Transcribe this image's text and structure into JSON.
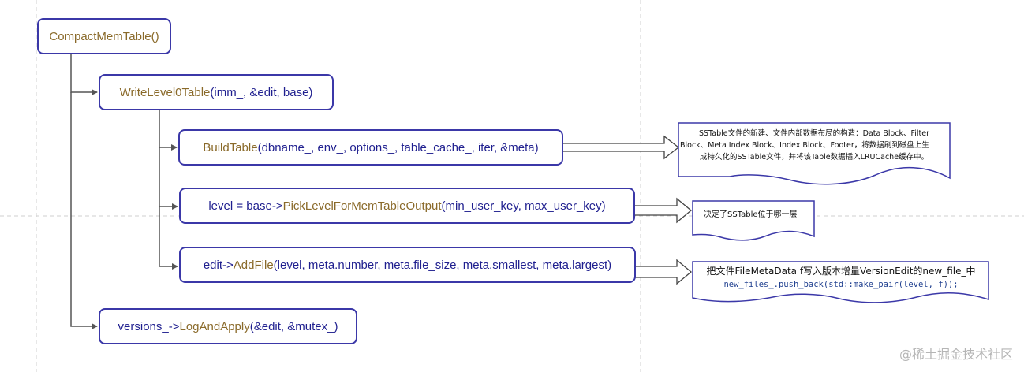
{
  "nodes": {
    "compact": {
      "text": "CompactMemTable()"
    },
    "write_level0": {
      "fn": "WriteLevel0Table",
      "args": "(imm_, &edit, base)"
    },
    "build_table": {
      "fn": "BuildTable",
      "args": "(dbname_, env_, options_, table_cache_, iter, &meta)"
    },
    "pick_level": {
      "prefix": "level = base->",
      "fn": "PickLevelForMemTableOutput",
      "args": "(min_user_key, max_user_key)"
    },
    "add_file": {
      "prefix": "edit->",
      "fn": "AddFile",
      "args": "(level, meta.number, meta.file_size, meta.smallest, meta.largest)"
    },
    "log_apply": {
      "prefix": "versions_->",
      "fn": "LogAndApply",
      "args": "(&edit, &mutex_)"
    }
  },
  "notes": {
    "build_table": {
      "line1": "SSTable文件的新建、文件内部数据布局的构造：Data Block、Filter",
      "line2": "Block、Meta Index Block、Index Block、Footer，将数据刷到磁盘上生",
      "line3": "成持久化的SSTable文件，并将该Table数据插入LRUCache缓存中。"
    },
    "pick_level": {
      "text": "决定了SSTable位于哪一层"
    },
    "add_file": {
      "line1": "把文件FileMetaData f写入版本增量VersionEdit的new_file_中",
      "code": "new_files_.push_back(std::make_pair(level, f));"
    }
  },
  "watermark": "@稀土掘金技术社区",
  "colors": {
    "box_border": "#3b38a8",
    "function_name": "#8a6a2a",
    "text": "#1f1f8f",
    "connector": "#555555",
    "guide_dash": "#cfcfcf"
  }
}
